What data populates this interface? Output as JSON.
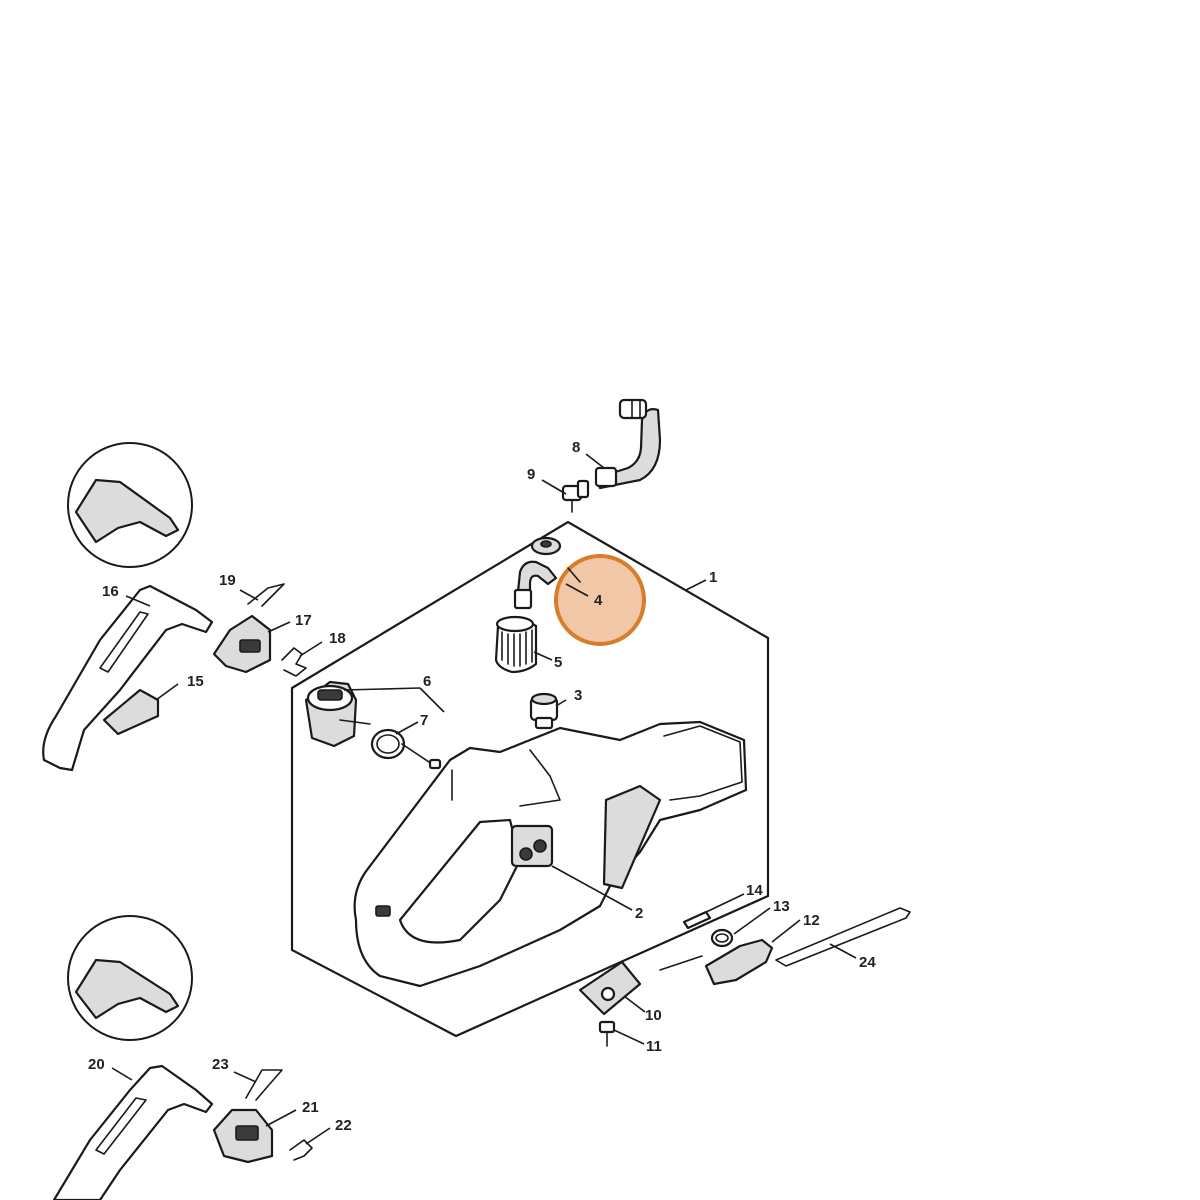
{
  "highlight": {
    "part_number": "4",
    "fill_color": "#f0c8a8",
    "stroke_color": "#d97c2b"
  },
  "callouts": [
    {
      "id": "1",
      "label": "1"
    },
    {
      "id": "2",
      "label": "2"
    },
    {
      "id": "3",
      "label": "3"
    },
    {
      "id": "4",
      "label": "4"
    },
    {
      "id": "5",
      "label": "5"
    },
    {
      "id": "6",
      "label": "6"
    },
    {
      "id": "7",
      "label": "7"
    },
    {
      "id": "8",
      "label": "8"
    },
    {
      "id": "9",
      "label": "9"
    },
    {
      "id": "10",
      "label": "10"
    },
    {
      "id": "11",
      "label": "11"
    },
    {
      "id": "12",
      "label": "12"
    },
    {
      "id": "13",
      "label": "13"
    },
    {
      "id": "14",
      "label": "14"
    },
    {
      "id": "15",
      "label": "15"
    },
    {
      "id": "16",
      "label": "16"
    },
    {
      "id": "17",
      "label": "17"
    },
    {
      "id": "18",
      "label": "18"
    },
    {
      "id": "19",
      "label": "19"
    },
    {
      "id": "20",
      "label": "20"
    },
    {
      "id": "21",
      "label": "21"
    },
    {
      "id": "22",
      "label": "22"
    },
    {
      "id": "23",
      "label": "23"
    },
    {
      "id": "24",
      "label": "24"
    }
  ]
}
